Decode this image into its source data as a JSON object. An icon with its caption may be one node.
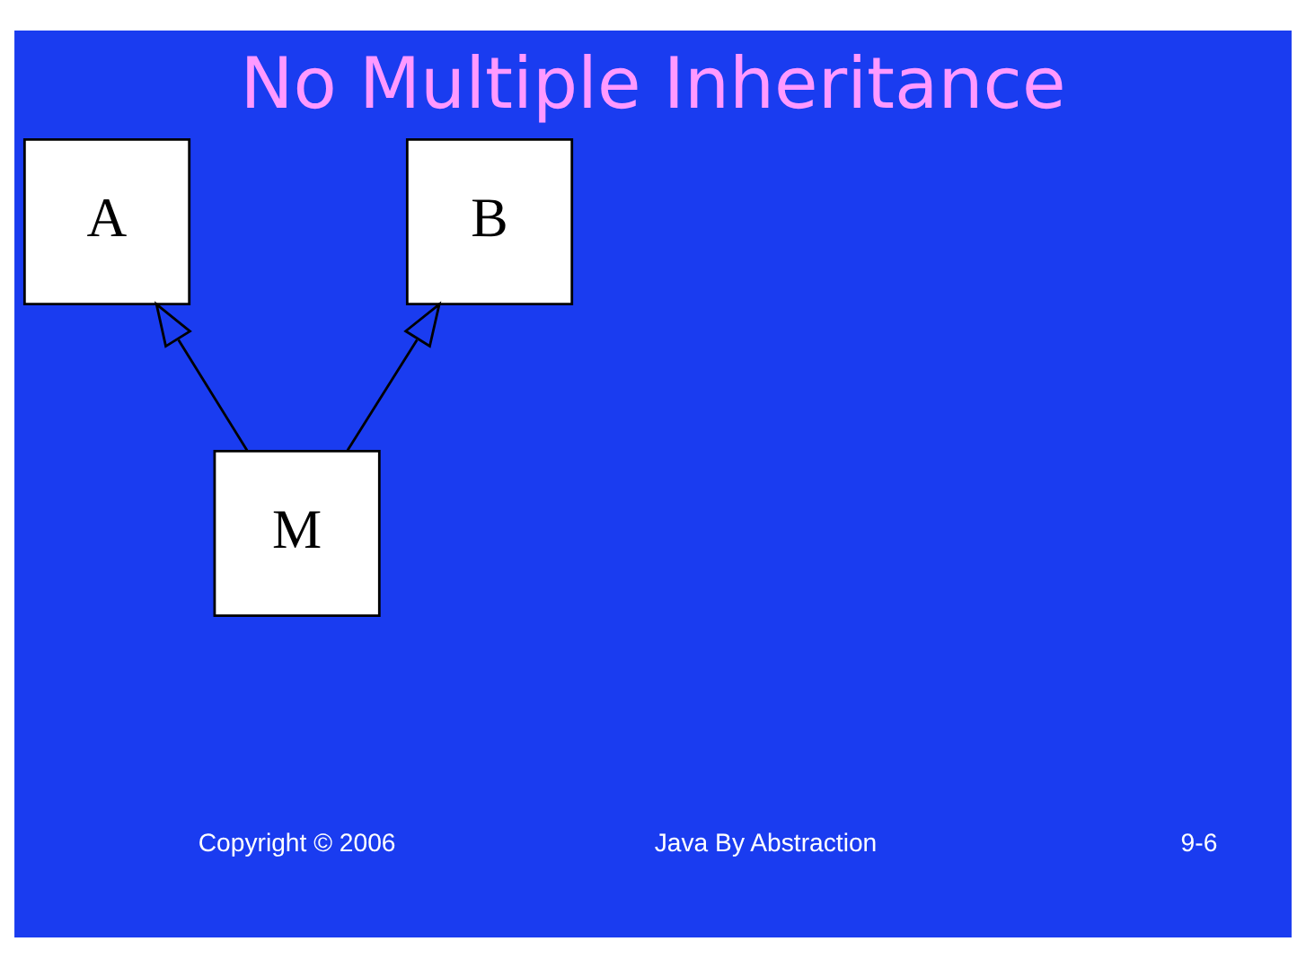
{
  "diagram": {
    "title": "No Multiple Inheritance",
    "nodes": [
      {
        "text": [
          "A"
        ]
      },
      {
        "text": [
          "B"
        ]
      },
      {
        "text": [
          "M"
        ]
      }
    ],
    "edges": [
      {
        "from": 2,
        "to": 0,
        "arrow": "to"
      },
      {
        "from": 2,
        "to": 1,
        "arrow": "to"
      }
    ],
    "labels": [
      "Copyright © 2006",
      "Java By Abstraction",
      "9-6"
    ]
  }
}
